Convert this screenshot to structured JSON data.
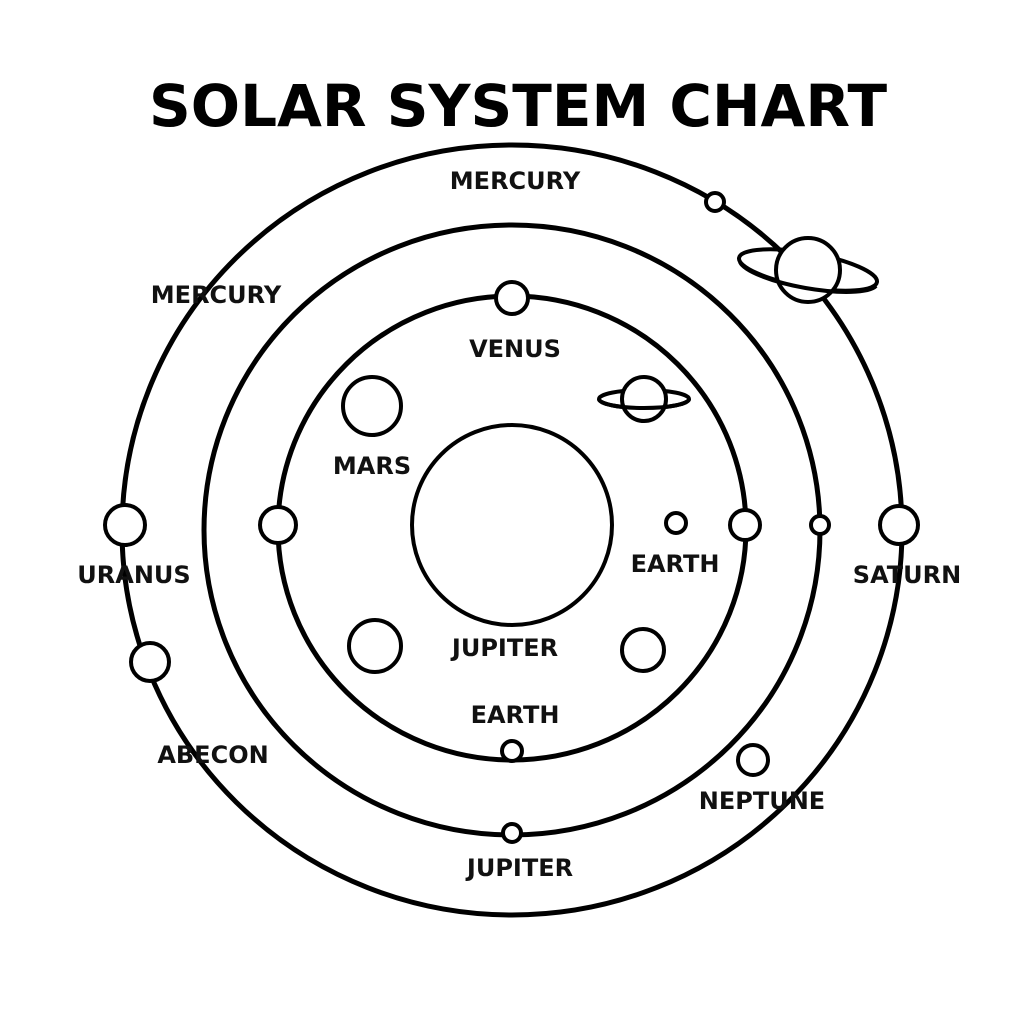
{
  "title": "SOLAR SYSTEM CHART",
  "labels": {
    "mercury_top": "MERCURY",
    "mercury_left": "MERCURY",
    "venus": "VENUS",
    "mars": "MARS",
    "earth_right": "EARTH",
    "earth_bottom": "EARTH",
    "jupiter_center": "JUPITER",
    "jupiter_bottom": "JUPITER",
    "uranus": "URANUS",
    "saturn": "SATURN",
    "abecon": "ABECON",
    "neptune": "NEPTUNE"
  },
  "colors": {
    "line": "#000000",
    "background": "#ffffff"
  }
}
